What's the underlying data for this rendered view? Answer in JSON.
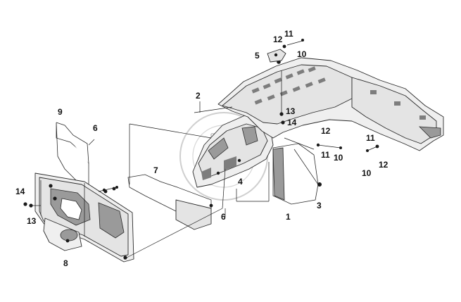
{
  "callouts": {
    "c1": "1",
    "c2": "2",
    "c3": "3",
    "c4": "4",
    "c5": "5",
    "c6a": "6",
    "c6b": "6",
    "c7": "7",
    "c8": "8",
    "c9": "9",
    "c10a": "10",
    "c10b": "10",
    "c10c": "10",
    "c11a": "11",
    "c11b": "11",
    "c11c": "11",
    "c12a": "12",
    "c12b": "12",
    "c12c": "12",
    "c13a": "13",
    "c13b": "13",
    "c14a": "14",
    "c14b": "14"
  },
  "colors": {
    "line": "#2a2a2a",
    "part_fill": "#e4e4e4",
    "watermark": "#cfcfcf"
  }
}
